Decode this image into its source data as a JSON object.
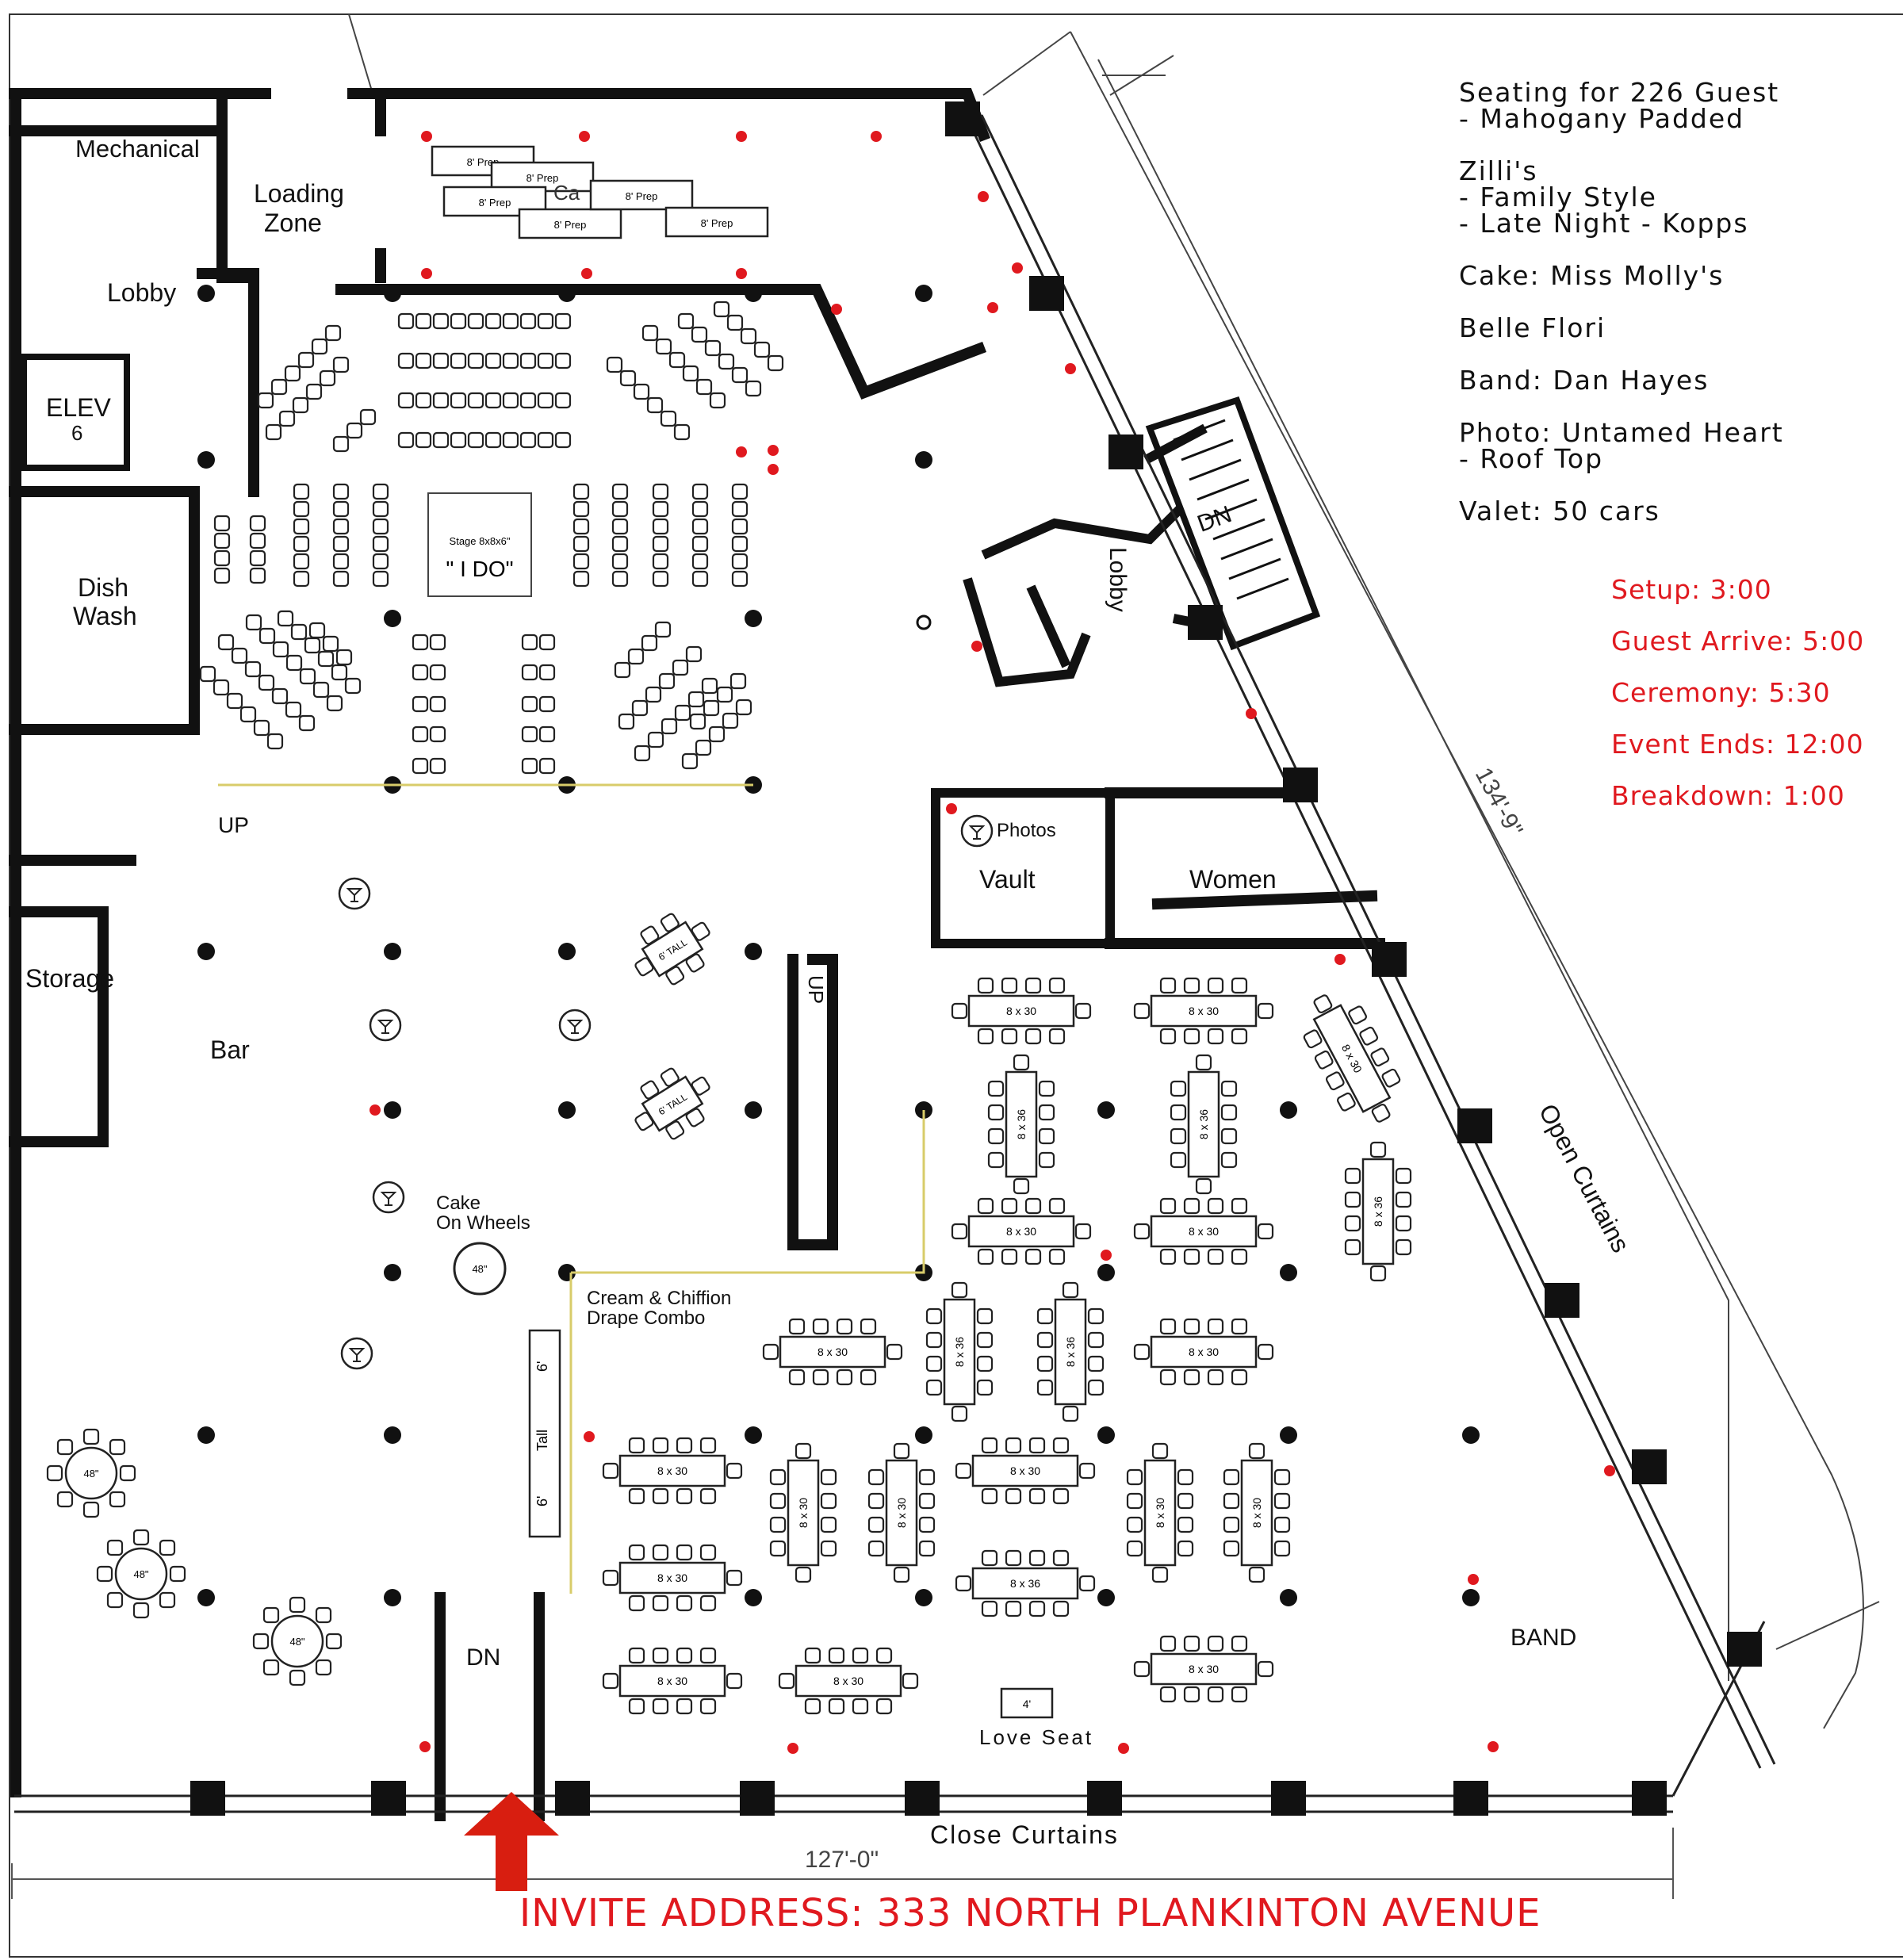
{
  "notes": {
    "seating": "Seating for 226 Guest",
    "seating_sub": "- Mahogany Padded",
    "caterer": "Zilli's",
    "caterer_sub1": "- Family Style",
    "caterer_sub2": "- Late Night - Kopps",
    "cake": "Cake: Miss Molly's",
    "florist": "Belle Flori",
    "band": "Band: Dan Hayes",
    "photo": "Photo: Untamed Heart",
    "photo_sub": "- Roof Top",
    "valet": "Valet: 50 cars"
  },
  "schedule": {
    "setup": "Setup: 3:00",
    "guest_arrive": "Guest Arrive: 5:00",
    "ceremony": "Ceremony: 5:30",
    "event_ends": "Event Ends: 12:00",
    "breakdown": "Breakdown: 1:00"
  },
  "invite": "INVITE ADDRESS: 333 NORTH PLANKINTON AVENUE",
  "rooms": {
    "mechanical": "Mechanical",
    "loading1": "Loading",
    "loading2": "Zone",
    "lobby": "Lobby",
    "lobby2": "Lobby",
    "elev": "ELEV",
    "elev_num": "6",
    "dish1": "Dish",
    "dish2": "Wash",
    "storage": "Storage",
    "bar": "Bar",
    "up1": "UP",
    "up2": "UP",
    "dn1": "DN",
    "dn2": "DN",
    "vault": "Vault",
    "photos": "Photos",
    "women": "Women",
    "band": "BAND",
    "love_seat": "Love Seat",
    "cake1": "Cake",
    "cake2": "On Wheels",
    "drape1": "Cream & Chiffion",
    "drape2": "Drape Combo",
    "open_curtains": "Open Curtains",
    "close_curtains": "Close Curtains",
    "dim_side": "134'-9\"",
    "dim_bottom": "127'-0\"",
    "stage1": "Stage 8x8x6\"",
    "stage2": "\" I DO\"",
    "prep": "8' Prep",
    "ca": "Ca",
    "tall_top": "6'",
    "tall_mid": "Tall",
    "tall_bot": "6'",
    "cocktail_tall": "6' TALL",
    "four": "4'"
  },
  "tables": {
    "t830": "8 x 30",
    "t836": "8 x 36",
    "round48": "48\""
  }
}
